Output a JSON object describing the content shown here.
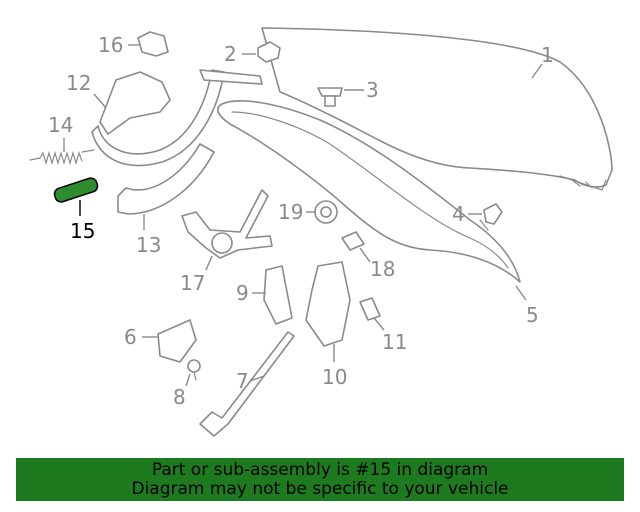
{
  "diagram": {
    "highlight_color": "#2e8b2e",
    "callouts": [
      "1",
      "2",
      "3",
      "4",
      "5",
      "6",
      "7",
      "8",
      "9",
      "10",
      "11",
      "12",
      "13",
      "14",
      "15",
      "16",
      "17",
      "18",
      "19"
    ],
    "highlighted": "15"
  },
  "banner": {
    "line1": "Part or sub-assembly is #15 in diagram",
    "line2": "Diagram may not be specific to your vehicle",
    "background": "#1e7a1e"
  }
}
